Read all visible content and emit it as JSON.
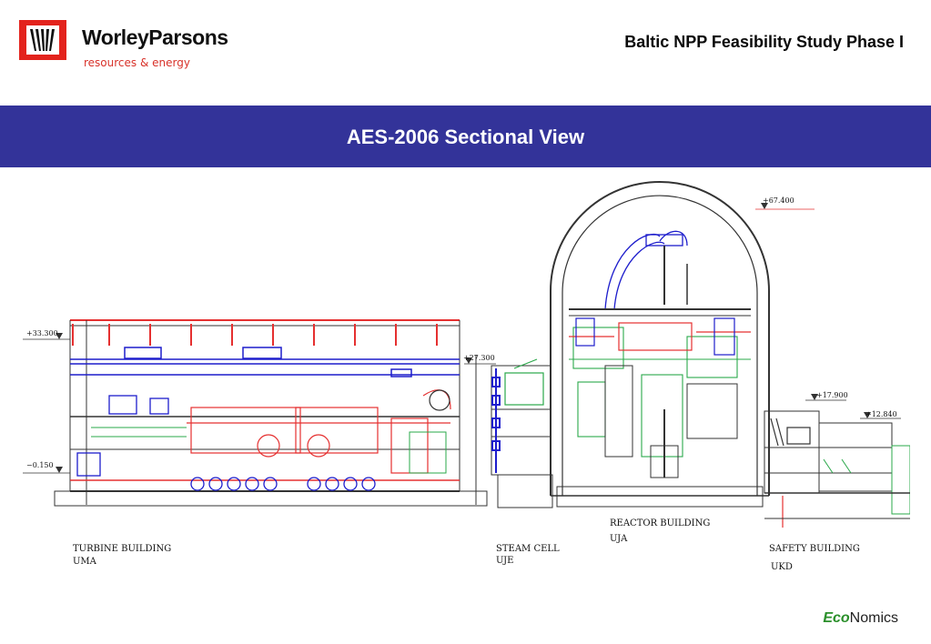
{
  "header": {
    "company_name": "WorleyParsons",
    "company_tagline": "resources & energy",
    "project_title": "Baltic NPP Feasibility Study Phase I"
  },
  "slide": {
    "title": "AES-2006 Sectional View"
  },
  "drawing": {
    "elevations": [
      "+67.400",
      "+33.300",
      "+27.300",
      "+17.900",
      "+12.840",
      "−0.150"
    ],
    "buildings": [
      {
        "name": "TURBINE BUILDING",
        "code": "UMA"
      },
      {
        "name": "STEAM CELL",
        "code": "UJE"
      },
      {
        "name": "REACTOR BUILDING",
        "code": "UJA"
      },
      {
        "name": "SAFETY BUILDING",
        "code": "UKD"
      }
    ]
  },
  "footer": {
    "brand_prefix": "Eco",
    "brand_suffix": "Nomics"
  },
  "colors": {
    "logo_red": "#e3231d",
    "title_band": "#333399",
    "drawing_red": "#e53030",
    "drawing_blue": "#1d1dcc",
    "drawing_green": "#2aa84a"
  }
}
